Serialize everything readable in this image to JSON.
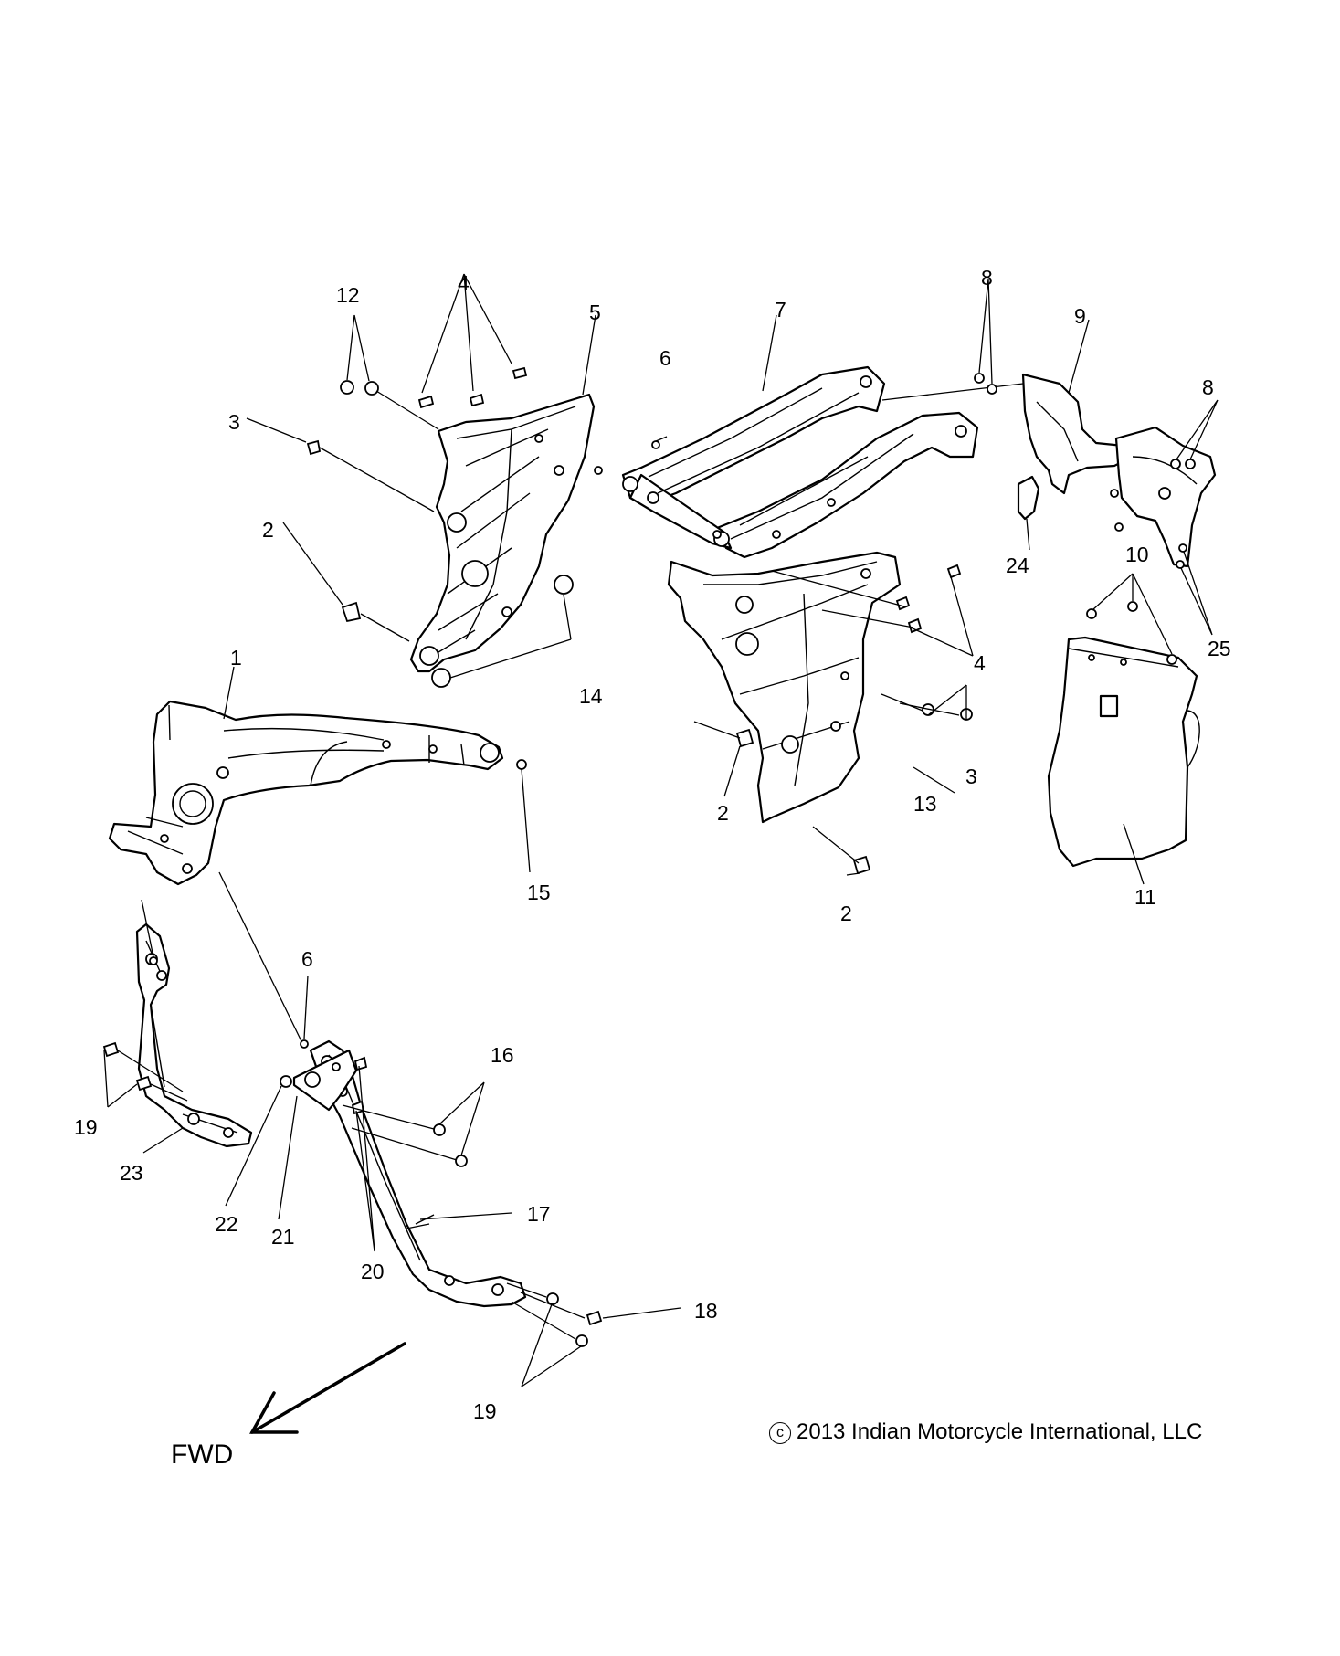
{
  "callouts": [
    {
      "id": "c1",
      "text": "1"
    },
    {
      "id": "c2a",
      "text": "2"
    },
    {
      "id": "c2b",
      "text": "2"
    },
    {
      "id": "c2c",
      "text": "2"
    },
    {
      "id": "c3a",
      "text": "3"
    },
    {
      "id": "c3b",
      "text": "3"
    },
    {
      "id": "c4a",
      "text": "4"
    },
    {
      "id": "c4b",
      "text": "4"
    },
    {
      "id": "c5",
      "text": "5"
    },
    {
      "id": "c6a",
      "text": "6"
    },
    {
      "id": "c6b",
      "text": "6"
    },
    {
      "id": "c7",
      "text": "7"
    },
    {
      "id": "c8a",
      "text": "8"
    },
    {
      "id": "c8b",
      "text": "8"
    },
    {
      "id": "c9",
      "text": "9"
    },
    {
      "id": "c10",
      "text": "10"
    },
    {
      "id": "c11",
      "text": "11"
    },
    {
      "id": "c12",
      "text": "12"
    },
    {
      "id": "c13",
      "text": "13"
    },
    {
      "id": "c14",
      "text": "14"
    },
    {
      "id": "c15",
      "text": "15"
    },
    {
      "id": "c16",
      "text": "16"
    },
    {
      "id": "c17",
      "text": "17"
    },
    {
      "id": "c18",
      "text": "18"
    },
    {
      "id": "c19a",
      "text": "19"
    },
    {
      "id": "c19b",
      "text": "19"
    },
    {
      "id": "c20",
      "text": "20"
    },
    {
      "id": "c21",
      "text": "21"
    },
    {
      "id": "c22",
      "text": "22"
    },
    {
      "id": "c23",
      "text": "23"
    },
    {
      "id": "c24",
      "text": "24"
    },
    {
      "id": "c25",
      "text": "25"
    }
  ],
  "direction_label": "FWD",
  "copyright": {
    "symbol": "c",
    "text": "2013 Indian Motorcycle International, LLC"
  }
}
